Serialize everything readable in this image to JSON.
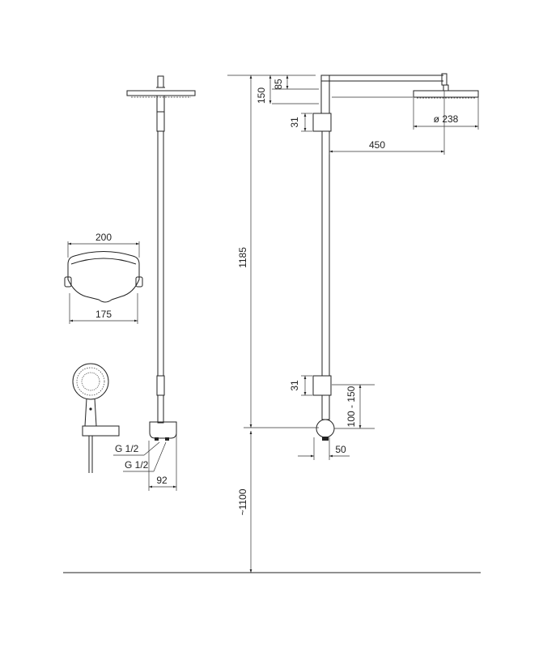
{
  "dimensions": {
    "handshower_width": "200",
    "handshower_depth": "175",
    "inlet_upper": "G 1/2",
    "inlet_lower": "G 1/2",
    "inlet_offset": "92",
    "arm_top": "85",
    "head_height": "150",
    "clamp_upper": "31",
    "head_diameter": "ø 238",
    "arm_length": "450",
    "total_height": "1185",
    "clamp_lower": "31",
    "adjust_range": "100 - 150",
    "inlet_projection": "50",
    "floor_height": "~1100"
  },
  "colors": {
    "line": "#222222",
    "background": "#ffffff"
  }
}
